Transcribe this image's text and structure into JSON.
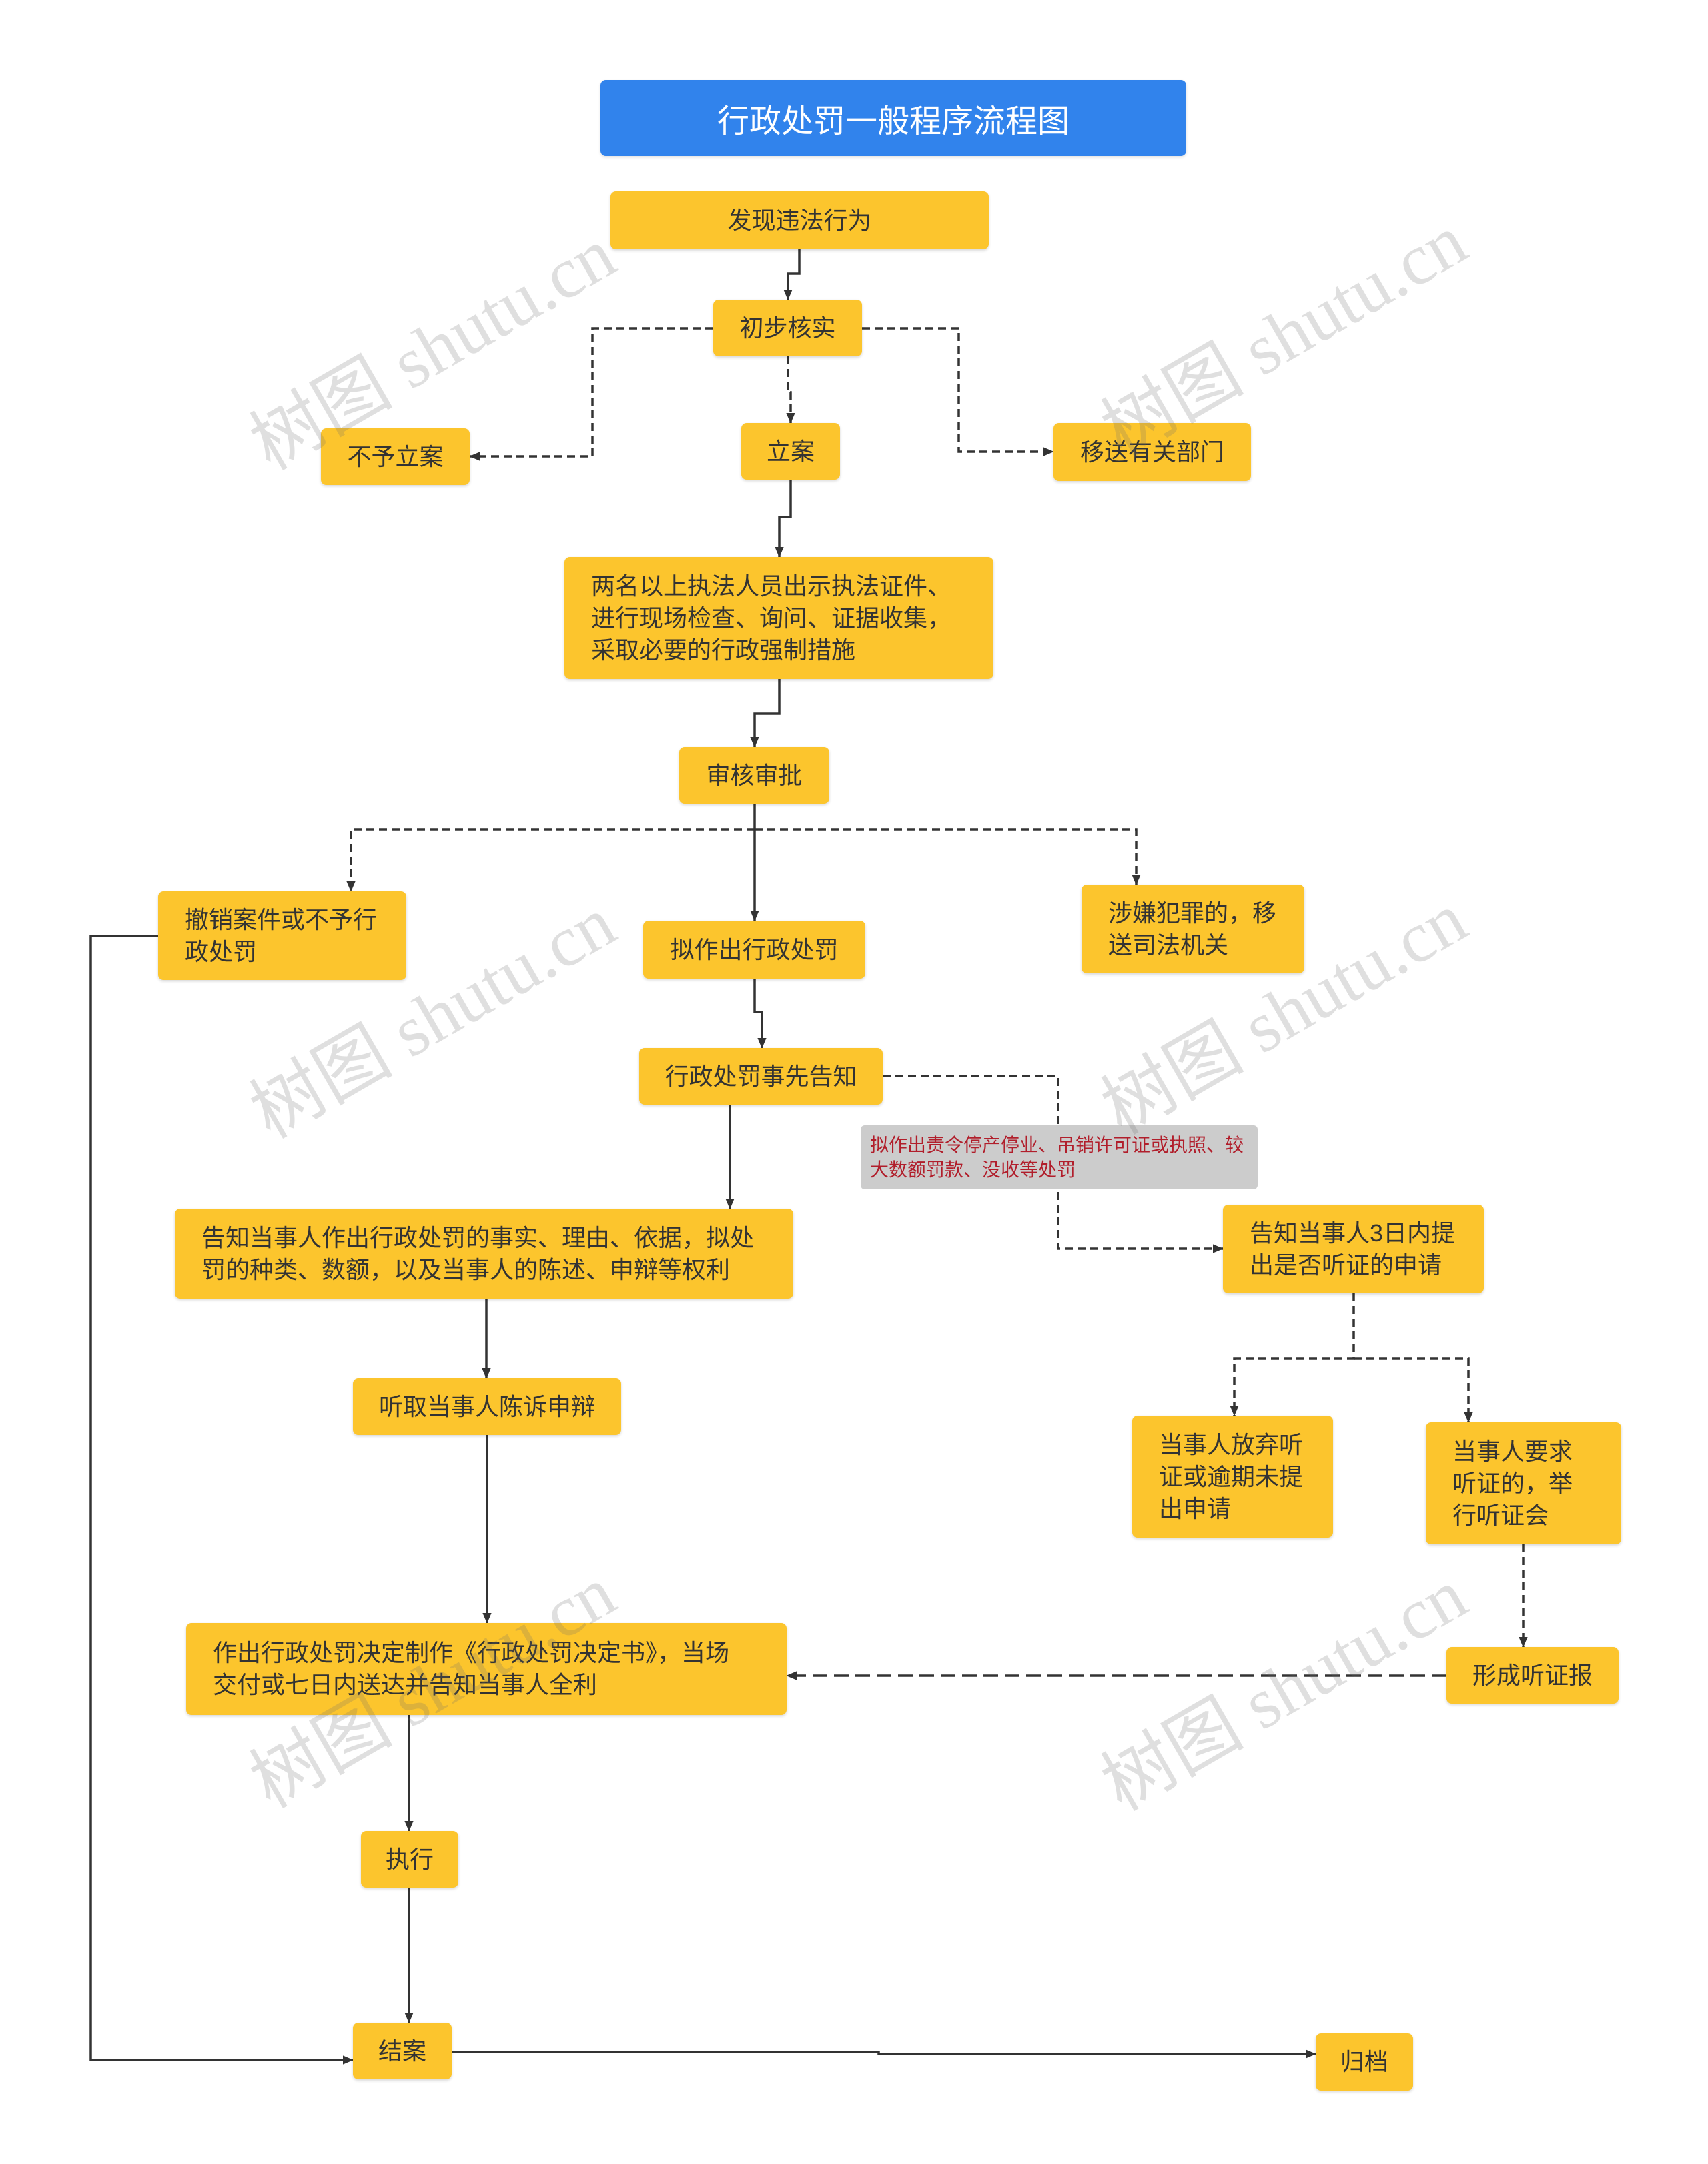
{
  "title": "行政处罚一般程序流程图",
  "nodes": {
    "discover": "发现违法行为",
    "preliminary_check": "初步核实",
    "no_filing": "不予立案",
    "file_case": "立案",
    "transfer_departments": "移送有关部门",
    "investigation": "两名以上执法人员出示执法证件、进行现场检查、询问、证据收集，采取必要的行政强制措施",
    "review_approval": "审核审批",
    "revoke_or_no_penalty": "撤销案件或不予行政处罚",
    "propose_penalty": "拟作出行政处罚",
    "transfer_judicial": "涉嫌犯罪的，移送司法机关",
    "prior_notice": "行政处罚事先告知",
    "notify_rights": "告知当事人作出行政处罚的事实、理由、依据，拟处罚的种类、数额，以及当事人的陈述、申辩等权利",
    "notify_hearing_request": "告知当事人3日内提出是否听证的申请",
    "hear_statement": "听取当事人陈诉申辩",
    "waive_hearing": "当事人放弃听证或逾期未提出申请",
    "request_hearing": "当事人要求听证的，举行听证会",
    "penalty_decision": "作出行政处罚决定制作《行政处罚决定书》，当场交付或七日内送达并告知当事人全利",
    "hearing_report": "形成听证报",
    "execute": "执行",
    "close_case": "结案",
    "archive": "归档"
  },
  "edge_notes": {
    "hearing_condition": "拟作出责令停产停业、吊销许可证或执照、较大数额罚款、没收等处罚"
  },
  "watermark": "树图 shutu.cn",
  "colors": {
    "title_background": "#3183EC",
    "title_text": "#FFFFFF",
    "node_background": "#FCC52D",
    "node_text": "#333333",
    "note_background": "#CCCCCC",
    "note_text": "#B11E2B",
    "connector": "#333333"
  }
}
